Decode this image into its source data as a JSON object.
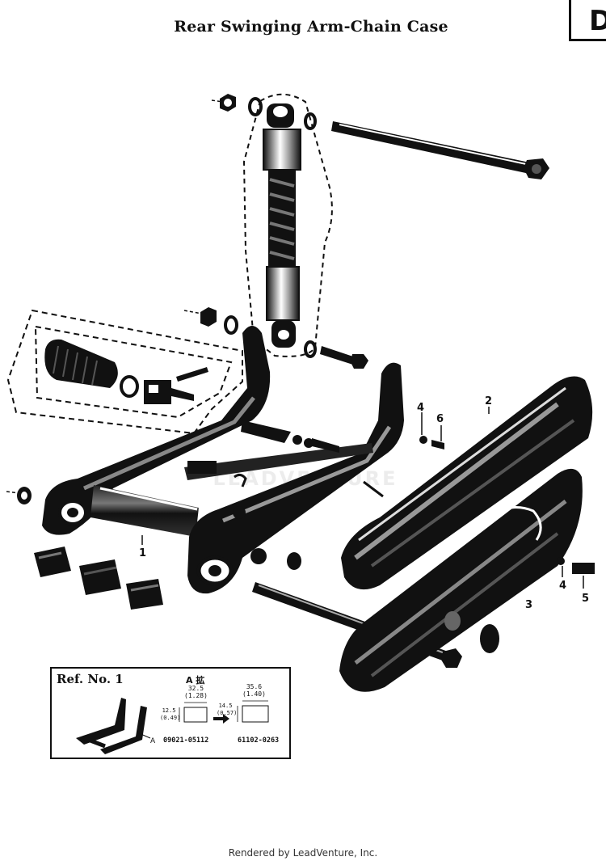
{
  "header": {
    "title": "Rear Swinging Arm-Chain Case",
    "section_letter": "D"
  },
  "callouts": {
    "part_1": "1",
    "part_2": "2",
    "part_3": "3",
    "part_4a": "4",
    "part_4b": "4",
    "part_5": "5",
    "part_6": "6"
  },
  "inset": {
    "ref_label": "Ref. No. 1",
    "view_label": "A 拡",
    "dims": {
      "d1_top": "32.5",
      "d1_top_in": "(1.28)",
      "d1_side": "12.5",
      "d1_side_in": "(0.49)",
      "d2_top": "35.6",
      "d2_top_in": "(1.40)",
      "d2_side": "14.5",
      "d2_side_in": "(0.57)"
    },
    "part_no_1": "09021-05112",
    "part_no_2": "61102-0263"
  },
  "watermark": "LEADVENTURE",
  "footer": {
    "credit": "Rendered by LeadVenture, Inc."
  },
  "colors": {
    "ink": "#111111",
    "paper": "#ffffff"
  }
}
